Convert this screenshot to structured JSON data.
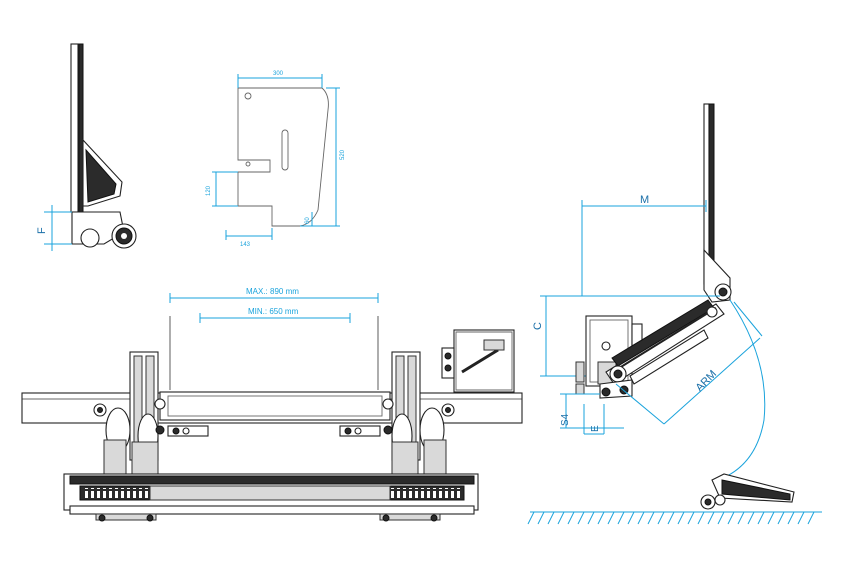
{
  "plate_drawing": {
    "width_label": "300",
    "height_label": "520",
    "slot_height_label": "120",
    "bottom_width_label": "143",
    "edge_label": "60"
  },
  "side_detail": {
    "label_f": "F"
  },
  "front_view": {
    "max_label": "MAX.: 890 mm",
    "min_label": "MIN.: 650 mm"
  },
  "side_view": {
    "label_m": "M",
    "label_c": "C",
    "label_arm": "ARM",
    "label_s4": "S4",
    "label_e": "E"
  },
  "colors": {
    "dimension": "#1aa3dc",
    "label": "#1a6fa8",
    "outline": "#222222"
  }
}
